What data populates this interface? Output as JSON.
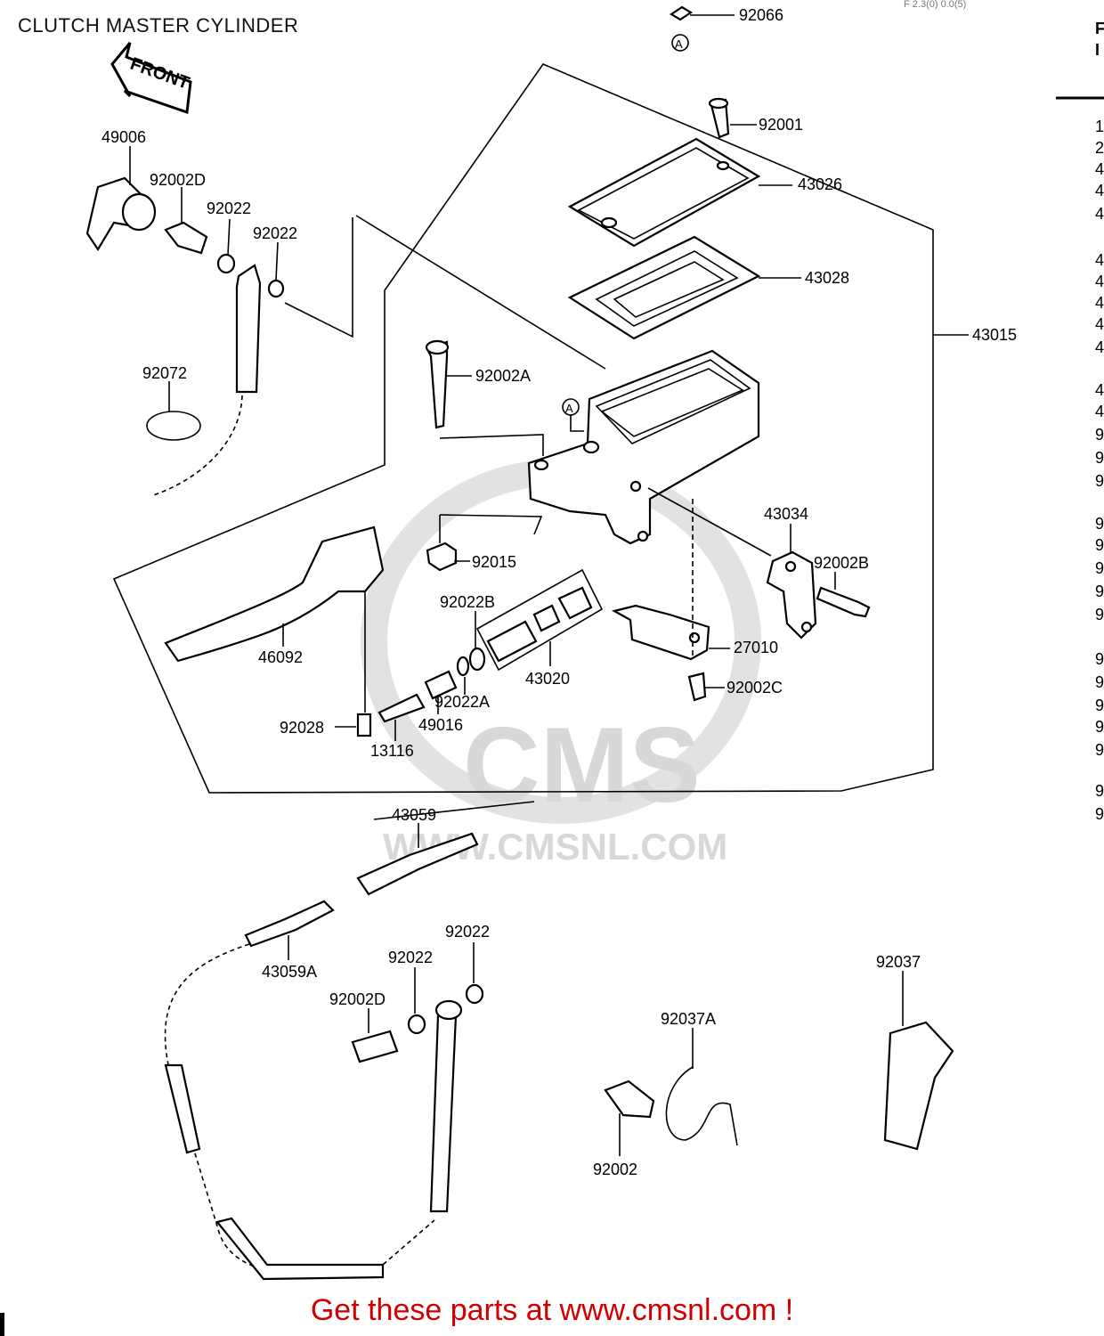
{
  "title": "CLUTCH MASTER CYLINDER",
  "footer": "Get these parts at www.cmsnl.com !",
  "front_label": "FRONT",
  "marker_a": "A",
  "watermark": {
    "logo": "CMS",
    "url": "WWW.CMSNL.COM"
  },
  "corner_note": "F 2.3(0) 0.0(5)",
  "parts": {
    "p92066": "92066",
    "p92001": "92001",
    "p43026": "43026",
    "p43028": "43028",
    "p43015": "43015",
    "p49006": "49006",
    "p92002D_top": "92002D",
    "p92022_top1": "92022",
    "p92022_top2": "92022",
    "p92072": "92072",
    "p92002A": "92002A",
    "p43034": "43034",
    "p92002B": "92002B",
    "p92015": "92015",
    "p92022B": "92022B",
    "p43020": "43020",
    "p27010": "27010",
    "p92002C": "92002C",
    "p46092": "46092",
    "p92022A": "92022A",
    "p49016": "49016",
    "p92028": "92028",
    "p13116": "13116",
    "p43059": "43059",
    "p43059A": "43059A",
    "p92022_bot1": "92022",
    "p92022_bot2": "92022",
    "p92002D_bot": "92002D",
    "p92037A": "92037A",
    "p92037": "92037",
    "p92002": "92002"
  },
  "side_index": [
    "1",
    "2",
    "4",
    "4",
    "4",
    "4",
    "4",
    "4",
    "4",
    "4",
    "4",
    "4",
    "9",
    "9",
    "9",
    "9",
    "9",
    "9",
    "9",
    "9",
    "9",
    "9",
    "9",
    "9",
    "9",
    "9",
    "9"
  ],
  "side_header": [
    "F",
    "I"
  ]
}
